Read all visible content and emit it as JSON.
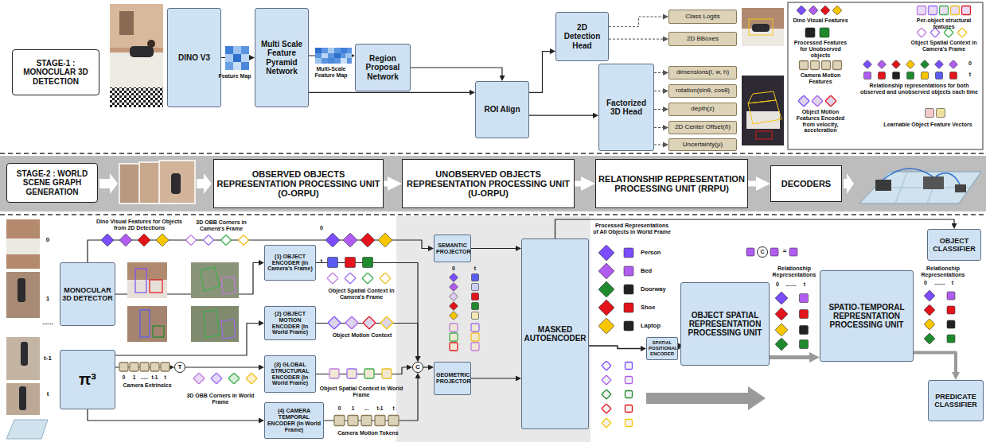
{
  "diagram": {
    "nodes": [
      {
        "text": [
          "STAGE-1 : MONOCULAR 3D DETECTION"
        ]
      },
      {
        "text": [
          "DINO V3"
        ]
      },
      {
        "text": [
          "Multi Scale Feature Pyramid Network"
        ]
      },
      {
        "text": [
          "Region Proposal Network"
        ]
      },
      {
        "text": [
          "2D Detection Head"
        ]
      },
      {
        "text": [
          "Class Logits"
        ]
      },
      {
        "text": [
          "2D BBoxes"
        ]
      },
      {
        "text": [
          "ROI Align"
        ]
      },
      {
        "text": [
          "Factorized 3D Head"
        ]
      },
      {
        "text": [
          "dimensions(l, w, h)"
        ]
      },
      {
        "text": [
          "rotation(sinθ, cosθ)"
        ]
      },
      {
        "text": [
          "depth(z)"
        ]
      },
      {
        "text": [
          "2D Center Offset(δ)"
        ]
      },
      {
        "text": [
          "Uncertainty(μ)"
        ]
      },
      {
        "text": [
          "STAGE-2 : WORLD SCENE GRAPH GENERATION"
        ]
      },
      {
        "text": [
          "OBSERVED OBJECTS REPRESENTATION PROCESSING UNIT (O-ORPU)"
        ]
      },
      {
        "text": [
          "UNOBSERVED OBJECTS REPRESENTATION PROCESSING UNIT (U-ORPU)"
        ]
      },
      {
        "text": [
          "RELATIONSHIP REPRESENTATION PROCESSING UNIT (RRPU)"
        ]
      },
      {
        "text": [
          "DECODERS"
        ]
      },
      {
        "text": [
          "MONOCULAR 3D DETECTOR"
        ]
      },
      {
        "text": [
          "π³"
        ]
      },
      {
        "text": [
          "T"
        ]
      },
      {
        "text": [
          "(1) OBJECT ENCODER (In Camera's Frame)"
        ]
      },
      {
        "text": [
          "(2) OBJECT MOTION ENCODER (In World Frame)"
        ]
      },
      {
        "text": [
          "(3) GLOBAL STRUCTURAL ENCODER (In World Frame)"
        ]
      },
      {
        "text": [
          "(4) CAMERA TEMPORAL ENCODER (In World Frame)"
        ]
      },
      {
        "text": [
          "C"
        ]
      },
      {
        "text": [
          "SEMANTIC PROJECTOR"
        ]
      },
      {
        "text": [
          "GEOMETRIC PROJECTOR"
        ]
      },
      {
        "text": [
          "MASKED AUTOENCODER"
        ]
      },
      {
        "text": [
          "SPATIAL POSITIONAL ENCODER"
        ]
      },
      {
        "text": [
          "OBJECT SPATIAL REPRESENTATION PROCESSING UNIT"
        ]
      },
      {
        "text": [
          "SPATIO-TEMPORAL REPRESNTATION PROCESSING UNIT"
        ]
      },
      {
        "text": [
          "OBJECT CLASSIFIER"
        ]
      },
      {
        "text": [
          "PREDICATE CLASSIFIER"
        ]
      }
    ],
    "edges": [
      {
        "from": 1,
        "to": 2,
        "arrow": "to"
      },
      {
        "from": 2,
        "to": 3,
        "arrow": "to"
      },
      {
        "from": 2,
        "to": 7,
        "arrow": "to"
      },
      {
        "from": 3,
        "to": 7,
        "arrow": "to"
      },
      {
        "from": 7,
        "to": 4,
        "arrow": "to"
      },
      {
        "from": 7,
        "to": 8,
        "arrow": "to"
      },
      {
        "from": 4,
        "to": 5,
        "arrow": "to"
      },
      {
        "from": 4,
        "to": 6,
        "arrow": "to"
      },
      {
        "from": 8,
        "to": 9,
        "arrow": "to"
      },
      {
        "from": 8,
        "to": 10,
        "arrow": "to"
      },
      {
        "from": 8,
        "to": 11,
        "arrow": "to"
      },
      {
        "from": 8,
        "to": 12,
        "arrow": "to"
      },
      {
        "from": 8,
        "to": 13,
        "arrow": "to"
      },
      {
        "from": 15,
        "to": 16,
        "arrow": "to"
      },
      {
        "from": 16,
        "to": 17,
        "arrow": "to"
      },
      {
        "from": 17,
        "to": 18,
        "arrow": "to"
      },
      {
        "from": 19,
        "to": 22,
        "arrow": "to"
      },
      {
        "from": 19,
        "to": 27,
        "arrow": "to"
      },
      {
        "from": 20,
        "to": 21,
        "arrow": "to"
      },
      {
        "from": 20,
        "to": 23,
        "arrow": "to"
      },
      {
        "from": 20,
        "to": 25,
        "arrow": "to"
      },
      {
        "from": 21,
        "to": 24,
        "arrow": "to"
      },
      {
        "from": 22,
        "to": 26,
        "arrow": "to"
      },
      {
        "from": 23,
        "to": 26,
        "arrow": "to"
      },
      {
        "from": 24,
        "to": 26,
        "arrow": "to"
      },
      {
        "from": 25,
        "to": 26,
        "arrow": "to"
      },
      {
        "from": 26,
        "to": 28,
        "arrow": "to"
      },
      {
        "from": 27,
        "to": 29,
        "arrow": "to"
      },
      {
        "from": 28,
        "to": 29,
        "arrow": "to"
      },
      {
        "from": 29,
        "to": 33,
        "arrow": "to"
      },
      {
        "from": 29,
        "to": 30,
        "arrow": "to"
      },
      {
        "from": 30,
        "to": 31,
        "arrow": "to"
      },
      {
        "from": 31,
        "to": 32,
        "arrow": "to"
      },
      {
        "from": 32,
        "to": 34,
        "arrow": "to"
      }
    ],
    "labels": [
      "Feature Map",
      "Multi-Scale Feature Map",
      "0",
      "t",
      "0",
      "1",
      "......",
      "t-1",
      "t",
      "Dino Visual Features for Objects from 2D Detections",
      "3D OBB Corners in Camera's Frame",
      "0",
      "t",
      "0",
      "1",
      ".....",
      "t-1",
      "t",
      "Camera Extrinsics",
      "3D OBB Corners in World Frame",
      "Object Spatial Context in Camera's Frame",
      "Object Motion Context",
      "Object Spatial Context in World Frame",
      "0",
      "1",
      "...",
      "t-1",
      "t",
      "Camera Motion Tokens",
      "0",
      "t",
      "Processed Representations of All Objects in World Frame",
      "Person",
      "Bed",
      "Doorway",
      "Shoe",
      "Laptop",
      "C",
      "=",
      "Relationship Representations",
      "0",
      ".......",
      "t",
      "Relationship Representations",
      "0",
      ".......",
      "t"
    ],
    "legend": [
      {
        "text": "Dino Visual Features"
      },
      {
        "text": "Per-object structural features"
      },
      {
        "text": "Processed Features for Unobserved objects"
      },
      {
        "text": "Object Spatial Context in Camera's Frame"
      },
      {
        "text": "Camera Motion Features"
      },
      {
        "text": "Relationship representations for both observed and unobserved objects each time"
      },
      {
        "text": "Object Motion Features Encoded from velocity, acceleration"
      },
      {
        "text": "Learnable Object Feature Vectors"
      }
    ]
  }
}
